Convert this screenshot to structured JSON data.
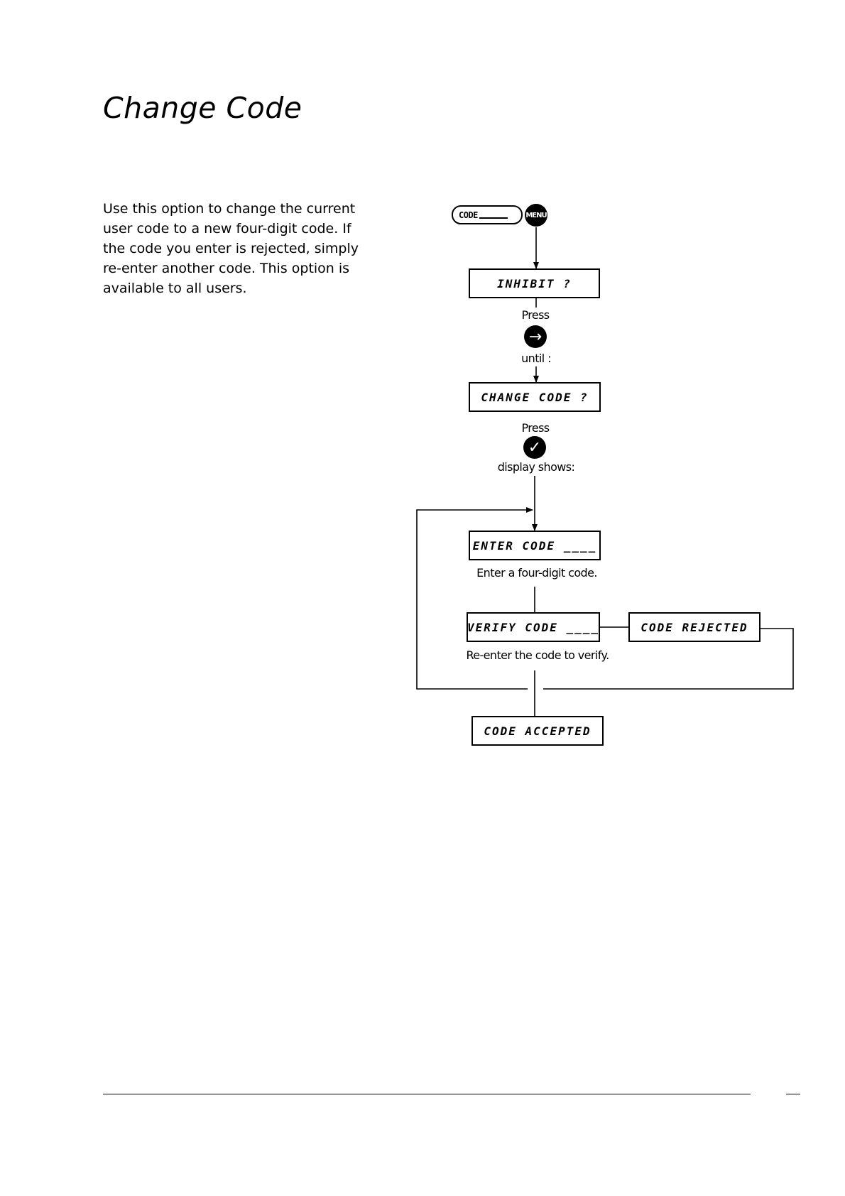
{
  "page": {
    "title": "Change Code",
    "intro_lines": [
      "Use this option to change the current",
      "user code to a new four-digit code. If",
      "the code you enter is rejected, simply",
      "re-enter another code. This option is",
      "available to all users."
    ]
  },
  "flow": {
    "start": {
      "code_label": "CODE",
      "menu_key": "MENU"
    },
    "displays": {
      "inhibit": "INHIBIT ?",
      "change_code": "CHANGE CODE ?",
      "enter_code": "ENTER CODE ____",
      "verify_code": "VERIFY CODE ____",
      "code_rejected": "CODE REJECTED",
      "code_accepted": "CODE ACCEPTED"
    },
    "labels": {
      "press_1": "Press",
      "until": "until :",
      "press_2": "Press",
      "display_shows": "display shows:",
      "enter_hint": "Enter a four-digit code.",
      "verify_hint": "Re-enter the code to verify."
    },
    "icons": {
      "menu_key": "menu-key-icon",
      "next_key": "right-arrow-icon",
      "accept_key": "tick-icon"
    }
  }
}
